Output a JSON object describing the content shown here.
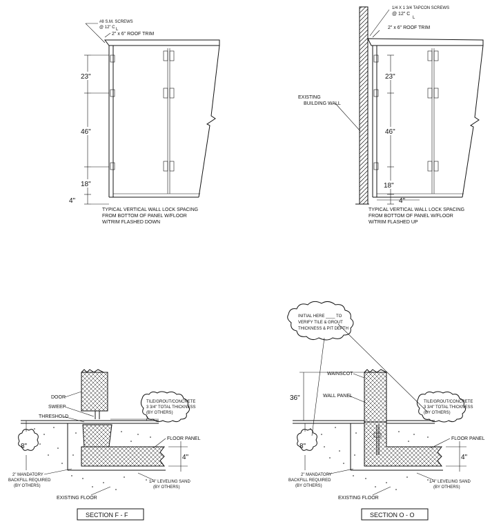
{
  "drawing_a": {
    "screw_note_1": "#8 S.M. SCREWS",
    "screw_note_2": "@ 12\" C",
    "screw_note_cl": "L",
    "trim_label": "2\" x 6\" ROOF TRIM",
    "dims": [
      "23\"",
      "46\"",
      "18\"",
      "4\""
    ],
    "caption_1": "TYPICAL VERTICAL WALL LOCK SPACING",
    "caption_2": "FROM BOTTOM OF PANEL W/FLOOR",
    "caption_3": "W/TRIM FLASHED DOWN"
  },
  "drawing_b": {
    "screw_note_1": "1/4 X 1 3/4 TAPCON SCREWS",
    "screw_note_2": "@ 12\" C",
    "screw_note_cl": "L",
    "trim_label": "2\" x 6\" ROOF TRIM",
    "wall_label_1": "EXISTING",
    "wall_label_2": "BUILDING WALL",
    "dims": [
      "23\"",
      "46\"",
      "18\"",
      "4\""
    ],
    "caption_1": "TYPICAL VERTICAL WALL LOCK SPACING",
    "caption_2": "FROM BOTTOM OF PANEL W/FLOOR",
    "caption_3": "W/TRIM FLASHED UP"
  },
  "section_f": {
    "door": "DOOR",
    "sweep": "SWEEP",
    "threshold": "THRESHOLD",
    "tile_1": "TILE/GROUT/CONCRETE",
    "tile_2": "3 3/4\" TOTAL THICKNESS",
    "tile_3": "(BY OTHERS)",
    "floor_panel": "FLOOR PANEL",
    "dim_8": "8\"",
    "dim_4": "4\"",
    "backfill_1": "2\" MANDATORY",
    "backfill_2": "BACKFILL REQUIRED",
    "backfill_3": "(BY OTHERS)",
    "sand_1": "1/4\" LEVELING SAND",
    "sand_2": "(BY OTHERS)",
    "existing_floor": "EXISTING FLOOR",
    "title": "SECTION F - F"
  },
  "section_o": {
    "initial_1": "INITIAL HERE ____ TO",
    "initial_2": "VERIFY TILE & GROUT",
    "initial_3": "THICKNESS & PIT DEPTH",
    "wainscot": "WAINSCOT",
    "wall_panel": "WALL PANEL",
    "dim_36": "36\"",
    "tile_1": "TILE/GROUT/CONCRETE",
    "tile_2": "3 3/4\" TOTAL THICKNESS",
    "tile_3": "(BY OTHERS)",
    "floor_panel": "FLOOR PANEL",
    "dim_8": "8\"",
    "dim_4": "4\"",
    "backfill_1": "2\" MANDATORY",
    "backfill_2": "BACKFILL REQUIRED",
    "backfill_3": "(BY OTHERS)",
    "sand_1": "1/4\" LEVELING SAND",
    "sand_2": "(BY OTHERS)",
    "existing_floor": "EXISTING FLOOR",
    "title": "SECTION O - O"
  }
}
